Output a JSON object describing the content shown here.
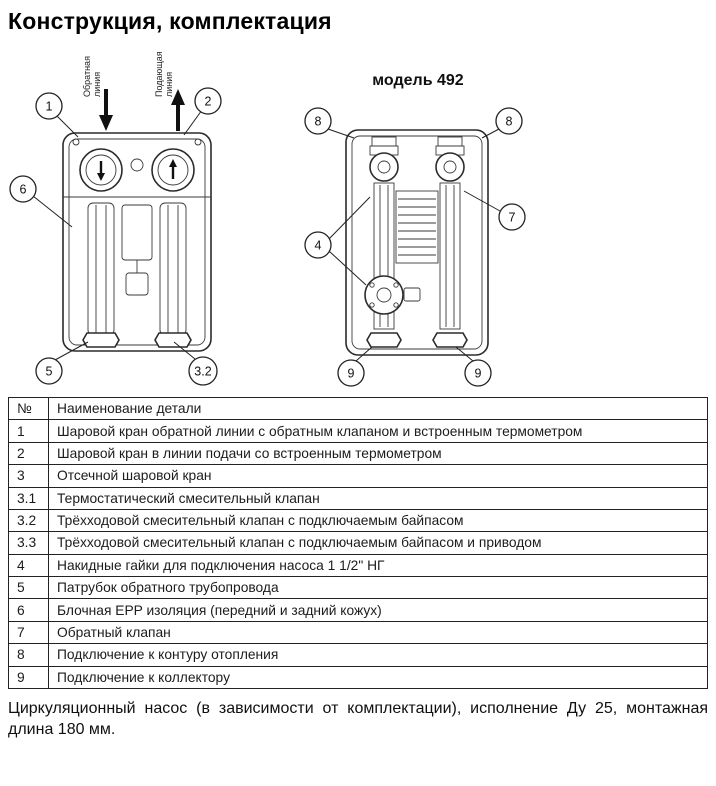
{
  "page": {
    "title": "Конструкция, комплектация",
    "footer_line1": "Циркуляционный насос (в зависимости от комплектации), исполнение Ду 25, монтажная",
    "footer_line2": "длина 180 мм."
  },
  "diagram_left": {
    "label_return_1": "Обратная",
    "label_return_2": "линия",
    "label_supply_1": "Подающая",
    "label_supply_2": "линия",
    "callout_valve_return": "1",
    "callout_valve_supply": "2",
    "callout_insulation": "6",
    "callout_return_pipe": "5",
    "callout_mixing_valve": "3.2"
  },
  "diagram_right": {
    "title": "модель 492",
    "callout_heating_left": "8",
    "callout_heating_right": "8",
    "callout_check_valve": "7",
    "callout_pump_nuts": "4",
    "callout_collector_left": "9",
    "callout_collector_right": "9"
  },
  "table": {
    "headers": [
      "№",
      "Наименование детали"
    ],
    "rows": [
      {
        "num": "1",
        "name": "Шаровой кран обратной линии с обратным клапаном и встроенным термометром"
      },
      {
        "num": "2",
        "name": "Шаровой кран в линии подачи со встроенным термометром"
      },
      {
        "num": "3",
        "name": "Отсечной шаровой кран"
      },
      {
        "num": "3.1",
        "name": "Термостатический смесительный клапан"
      },
      {
        "num": "3.2",
        "name": "Трёхходовой смесительный клапан с подключаемым байпасом"
      },
      {
        "num": "3.3",
        "name": "Трёхходовой смесительный клапан с подключаемым байпасом и приводом"
      },
      {
        "num": "4",
        "name": "Накидные гайки для подключения насоса 1 1/2\" НГ"
      },
      {
        "num": "5",
        "name": "Патрубок обратного трубопровода"
      },
      {
        "num": "6",
        "name": "Блочная EPP изоляция (передний и задний кожух)"
      },
      {
        "num": "7",
        "name": "Обратный клапан"
      },
      {
        "num": "8",
        "name": "Подключение к контуру отопления"
      },
      {
        "num": "9",
        "name": "Подключение к коллектору"
      }
    ]
  }
}
